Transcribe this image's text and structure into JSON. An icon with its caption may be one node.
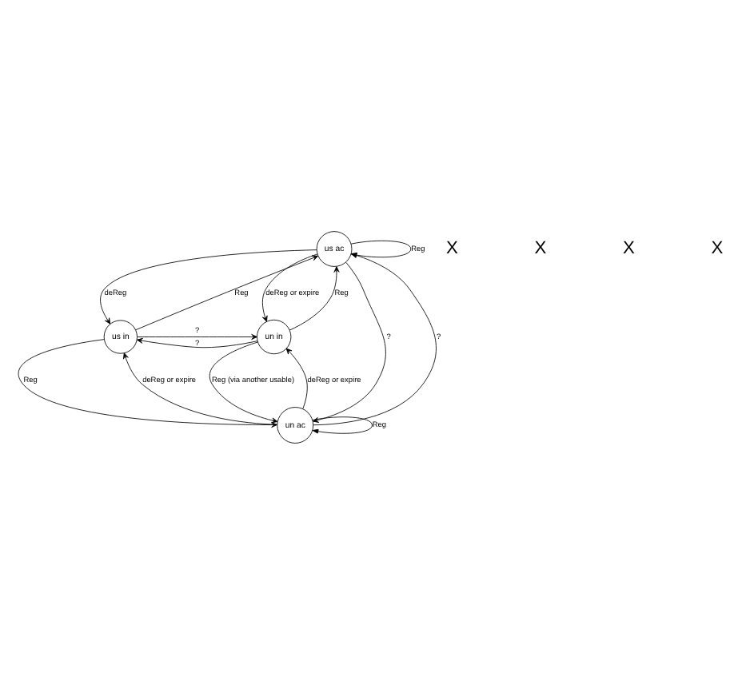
{
  "diagram": {
    "nodes": [
      {
        "text": [
          "us ac"
        ]
      },
      {
        "text": [
          "us in"
        ]
      },
      {
        "text": [
          "un in"
        ]
      },
      {
        "text": [
          "un ac"
        ]
      }
    ],
    "edges": [
      {
        "from": 0,
        "to": 0,
        "arrow": "to",
        "label": "Reg"
      },
      {
        "from": 0,
        "to": 1,
        "arrow": "to",
        "label": "deReg"
      },
      {
        "from": 1,
        "to": 0,
        "arrow": "to",
        "label": "Reg"
      },
      {
        "from": 0,
        "to": 2,
        "arrow": "to",
        "label": "deReg or expire"
      },
      {
        "from": 2,
        "to": 0,
        "arrow": "to",
        "label": "Reg"
      },
      {
        "from": 1,
        "to": 2,
        "arrow": "to",
        "label": "?"
      },
      {
        "from": 2,
        "to": 1,
        "arrow": "to",
        "label": "?"
      },
      {
        "from": 0,
        "to": 3,
        "arrow": "to",
        "label": "?"
      },
      {
        "from": 3,
        "to": 0,
        "arrow": "to",
        "label": "?"
      },
      {
        "from": 2,
        "to": 3,
        "arrow": "to",
        "label": "Reg (via another usable)"
      },
      {
        "from": 3,
        "to": 2,
        "arrow": "to",
        "label": "deReg or expire"
      },
      {
        "from": 1,
        "to": 3,
        "arrow": "to",
        "label": "Reg"
      },
      {
        "from": 3,
        "to": 1,
        "arrow": "to",
        "label": "deReg or expire"
      },
      {
        "from": 3,
        "to": 3,
        "arrow": "to",
        "label": "Reg"
      }
    ],
    "labels": [
      "X",
      "X",
      "X",
      "X"
    ]
  }
}
